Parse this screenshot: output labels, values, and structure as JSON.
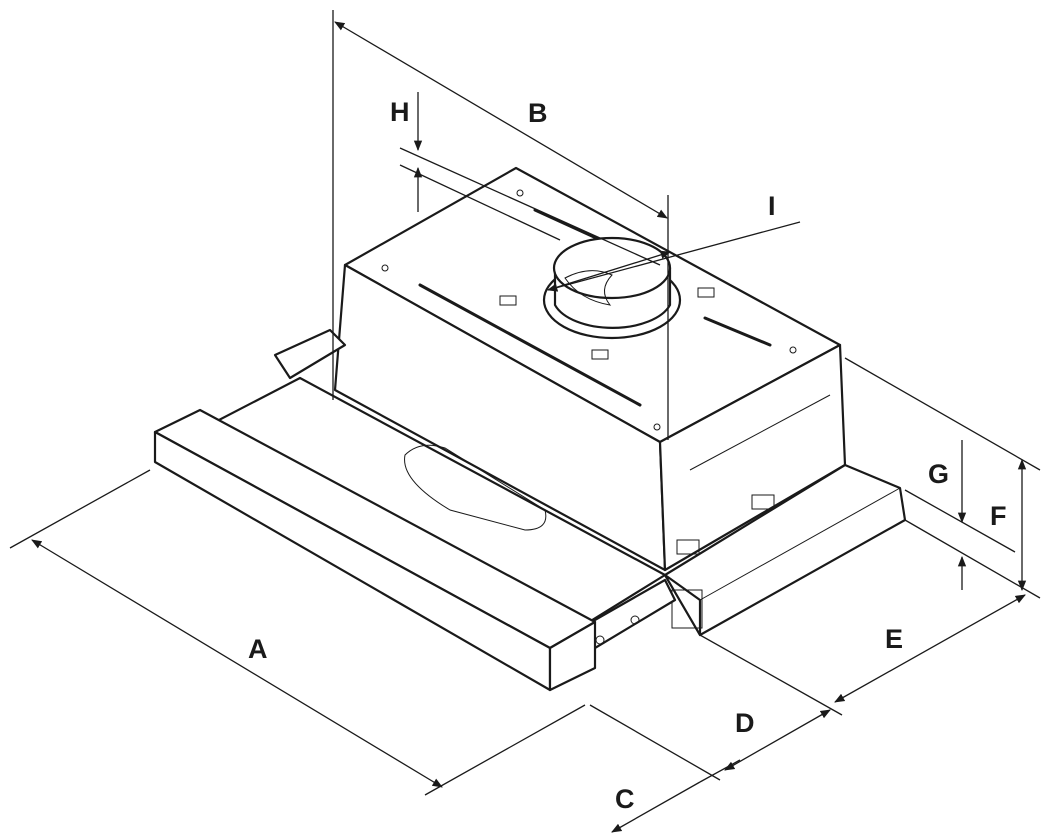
{
  "diagram": {
    "dimension_labels": {
      "A": "A",
      "B": "B",
      "C": "C",
      "D": "D",
      "E": "E",
      "F": "F",
      "G": "G",
      "H": "H",
      "I": "I"
    },
    "colors": {
      "stroke": "#1a1a1a",
      "background": "#ffffff"
    }
  }
}
